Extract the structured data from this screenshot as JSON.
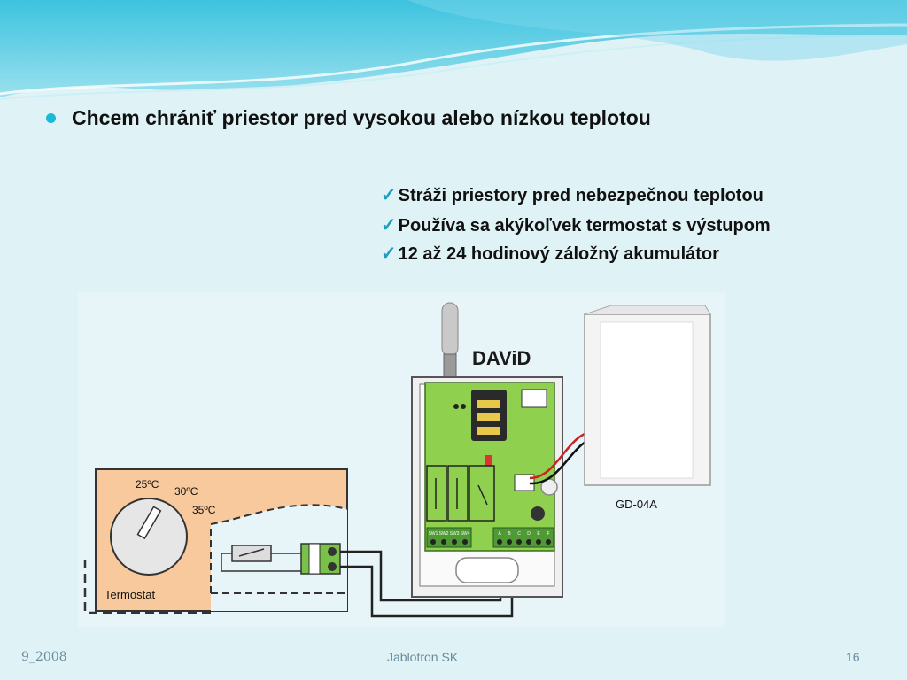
{
  "slide": {
    "bullet": "Chcem chrániť priestor pred vysokou alebo nízkou teplotou",
    "checks": [
      "Stráži priestory pred nebezpečnou teplotou",
      "Používa sa akýkoľvek termostat s výstupom",
      "12 až 24 hodinový záložný akumulátor"
    ],
    "check_mark": "✓"
  },
  "diagram": {
    "device_logo": "DAViD",
    "sensor_label": "GD-04A",
    "thermostat_label": "Termostat",
    "dial_marks": [
      "25ºC",
      "30ºC",
      "35ºC"
    ],
    "terminal_left": [
      "SW1",
      "SW2",
      "SW3",
      "SW4"
    ],
    "terminal_right": [
      "A",
      "B",
      "C",
      "D",
      "E",
      "F"
    ]
  },
  "footer": {
    "date": "9_2008",
    "company": "Jablotron SK",
    "page": "16"
  },
  "colors": {
    "background": "#dff3f7",
    "bullet": "#1bb8d8",
    "check": "#1a9fc4",
    "pcb": "#8fd14f",
    "thermostat_panel": "#f9c99e"
  }
}
